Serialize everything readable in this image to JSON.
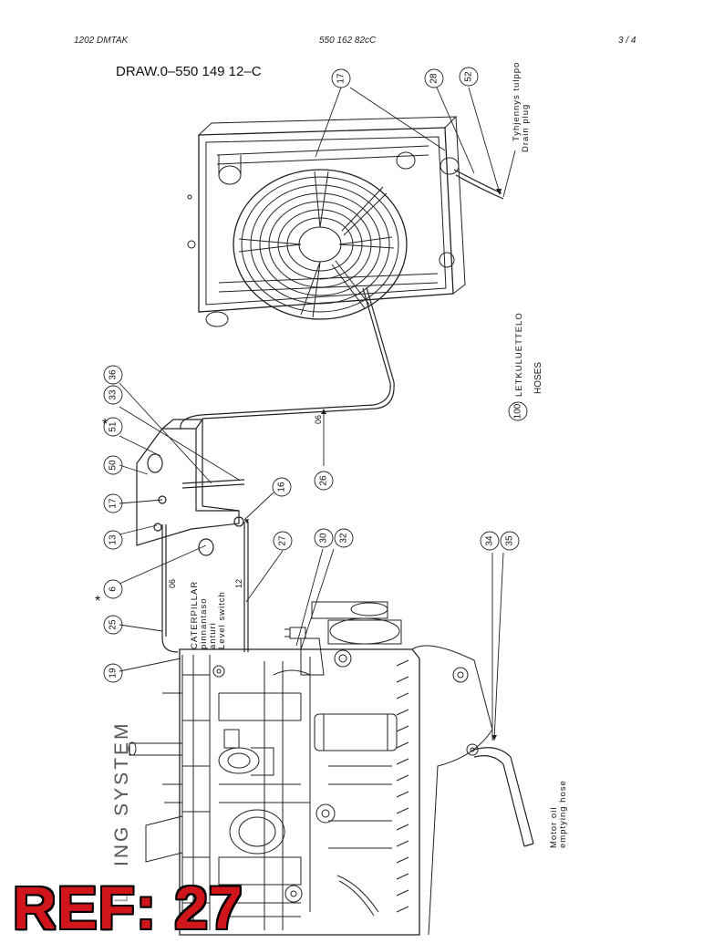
{
  "header": {
    "left": "1202   DMTAK",
    "center": "550 162 82cC",
    "right": "3 /  4"
  },
  "drawing_number": "DRAW.0–550 149 12–C",
  "title_partial": "ING SYSTEM",
  "title_partial_faded": "L",
  "hose_list": {
    "number": "100",
    "finnish": "LETKULUETTELO",
    "english": "HOSES"
  },
  "drain_plug": {
    "finnish": "Tyhjennys tulppo",
    "english": "Drain plug"
  },
  "level_switch": {
    "line1": "CATERPILLAR",
    "line2": "pinnantaso",
    "line3": "anturi",
    "line4": "Level switch"
  },
  "motor_oil": {
    "line1": "Motor oil",
    "line2": "emptying hose"
  },
  "hose_sizes": {
    "a": "06",
    "b": "06",
    "c": "12"
  },
  "callouts": [
    "17",
    "28",
    "52",
    "36",
    "33",
    "51",
    "50",
    "17",
    "13",
    "6",
    "25",
    "19",
    "16",
    "26",
    "27",
    "30",
    "32",
    "34",
    "35"
  ],
  "asterisk": "*",
  "ref_stamp": "REF: 27"
}
